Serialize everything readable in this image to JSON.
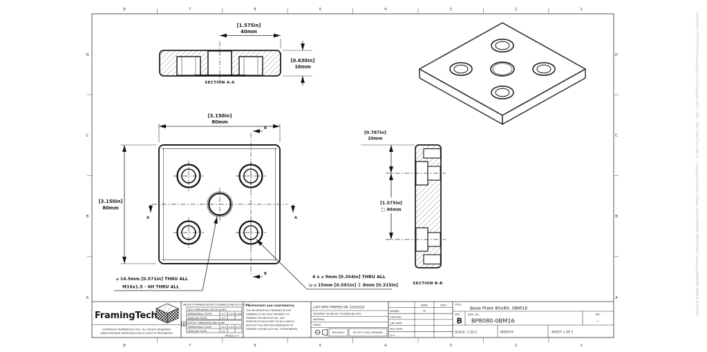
{
  "zones": {
    "top": [
      "8",
      "7",
      "6",
      "5",
      "4",
      "3",
      "2",
      "1"
    ],
    "bottom": [
      "8",
      "7",
      "6",
      "5",
      "4",
      "3",
      "2",
      "1"
    ],
    "left": [
      "D",
      "C",
      "B",
      "A"
    ],
    "right": [
      "D",
      "C",
      "B",
      "A"
    ]
  },
  "views": {
    "section_aa": {
      "label": "SECTION A-A",
      "dim_w_in": "[1.575in]",
      "dim_w_mm": "40mm",
      "dim_t_in": "[0.630in]",
      "dim_t_mm": "16mm"
    },
    "front": {
      "dim_top_in": "[3.150in]",
      "dim_top_mm": "80mm",
      "dim_left_in": "[3.150in]",
      "dim_left_mm": "80mm",
      "marker_a": "A",
      "marker_b": "B",
      "note1_l1": "⌀ 14.5mm [0.571in] THRU ALL",
      "note1_l2": "M16x1.5 - 6H THRU ALL",
      "note2_l1": "4 x  ⌀ 9mm [0.354in] THRU ALL",
      "note2_l2": "⊔ ⌀ 15mm [0.591in]  ↧ 8mm [0.315in]"
    },
    "section_bb": {
      "label": "SECTION B-B",
      "dim_e_in": "[0.787in]",
      "dim_e_mm": "20mm",
      "dim_p_in": "[1.575in]",
      "dim_p_mm": "□ 40mm"
    }
  },
  "title_block": {
    "logo_text": "FramingTech",
    "address_line1": "COPYRIGHT FRAMINGTECH INC.  ALL RIGHTS RESERVED",
    "address_line2": "UNAUTHORIZED REPRODUCTION IS STRICTLY PROHIBITED",
    "tolerances": {
      "header": "UNLESS OTHERWISE NOTED TOLERANCES ARE AS FOLLOWS:",
      "inch_title": "INCH:  DIMENSIONS ARE IN INCHES",
      "inch_dim_label": "DIMENSIONAL TOLER.",
      "inch_dims": [
        "±.1",
        "±.01",
        "±.005"
      ],
      "inch_ang_label": "ANGULAR TOLER.",
      "inch_ang": "±1°",
      "metric_checked": "X",
      "metric_title": "METRIC:  DIMENSIONS ARE IN MM",
      "metric_dim_label": "DIMENSIONAL TOLER.",
      "metric_dims": [
        "±2.5",
        "±.25",
        "±.13"
      ],
      "metric_ang_label": "ANGULAR TOLER.",
      "metric_ang": "±1°",
      "footer": "ANGLES ±1°"
    },
    "proprietary_title": "PROPRIETARY AND CONFIDENTIAL",
    "proprietary_lines": [
      "THE INFORMATION CONTAINED IN THE",
      "DRAWING IS THE SOLE PROPERTY OF",
      "FRAMING TECHNOLOGY INC.  ANY",
      "REPRODUCTION IN PART OR AS A WHOLE",
      "WITHOUT THE WRITTEN PERMISSION OF",
      "FRAMING TECHNOLOGY INC. IS PROHIBITED."
    ],
    "printed": "LAST DATE PRINTED ON: 2/10/2020",
    "interpret": "INTERPRET GEOMETRIC TOLERANCING PER:",
    "material_label": "MATERIAL",
    "finish_label": "FINISH",
    "angle_label": "3RD ANGLE",
    "no_scale": "DO NOT SCALE DRAWING",
    "sign_header_name": "NAME",
    "sign_header_date": "DATE",
    "sign_rows": [
      {
        "label": "DRAWN",
        "name": "TH",
        "date": ""
      },
      {
        "label": "CHECKED",
        "name": "",
        "date": ""
      },
      {
        "label": "ENG APPR.",
        "name": "",
        "date": ""
      },
      {
        "label": "MFG APPR.",
        "name": "",
        "date": ""
      },
      {
        "label": "Q.A.",
        "name": "",
        "date": ""
      }
    ],
    "title_label": "TITLE:",
    "title": "Base Plate 80x80, 0BM16",
    "size_label": "SIZE",
    "size": "B",
    "dwg_label": "DWG.  NO.",
    "dwg_no": "BP8080-0BM16",
    "rev_label": "REV",
    "rev": "–",
    "scale": "SCALE: 1.25:1",
    "weight": "WEIGHT:",
    "sheet": "SHEET 1 OF 1"
  },
  "filepath": "FILEPATH: \\\\FT\\FTFILES\\FramingTech Inc\\Composite (VF) - CAD - Part Files\\The Cab\\T1 - Catalog Parts\\Roll In\\Base Plates\\BP8080-0BM16\\Tech Drawings\\BP8080-0BM16.SLDDRW"
}
